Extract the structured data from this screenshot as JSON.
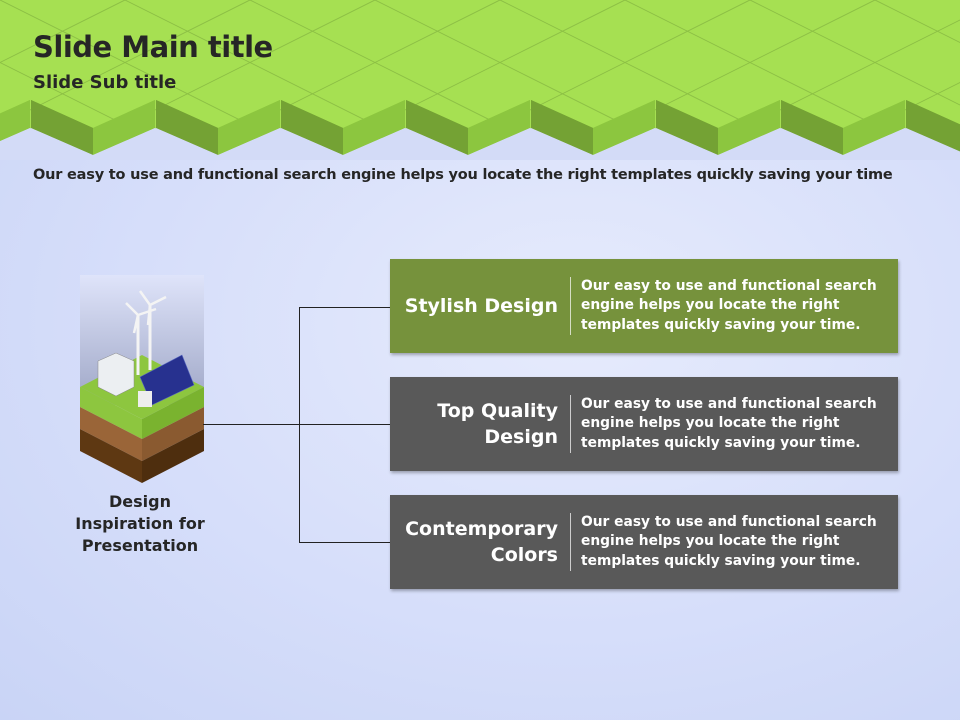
{
  "header": {
    "title": "Slide Main title",
    "subtitle": "Slide Sub title"
  },
  "intro": "Our easy to use and functional search engine helps you locate the right templates quickly saving your time",
  "illustration": {
    "caption": "Design Inspiration for Presentation",
    "icon": "eco-city-island-icon"
  },
  "items": [
    {
      "title": "Stylish Design",
      "text": "Our easy to use and functional search engine helps you locate the right templates quickly saving your time.",
      "color": "#76923c"
    },
    {
      "title": "Top Quality Design",
      "text": "Our easy to use and functional search engine helps you locate the right templates quickly saving your time.",
      "color": "#595959"
    },
    {
      "title": "Contemporary Colors",
      "text": "Our easy to use and functional search engine helps you locate the right templates quickly saving your time.",
      "color": "#595959"
    }
  ]
}
